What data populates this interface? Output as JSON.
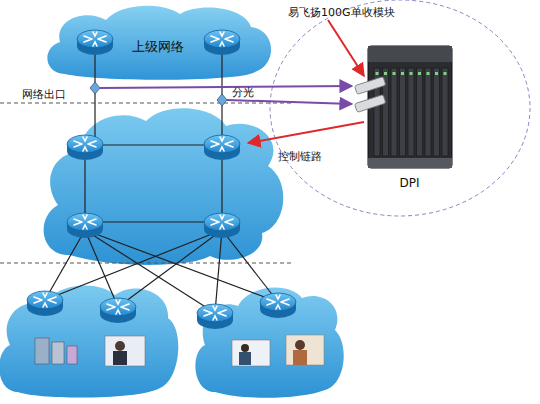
{
  "diagram": {
    "nodes": [
      {
        "text": [
          "上级网络"
        ]
      },
      {
        "text": [
          "DPI"
        ]
      }
    ],
    "labels": [
      "网络出口",
      "分光",
      "易飞扬100G单收模块",
      "控制链路"
    ]
  }
}
